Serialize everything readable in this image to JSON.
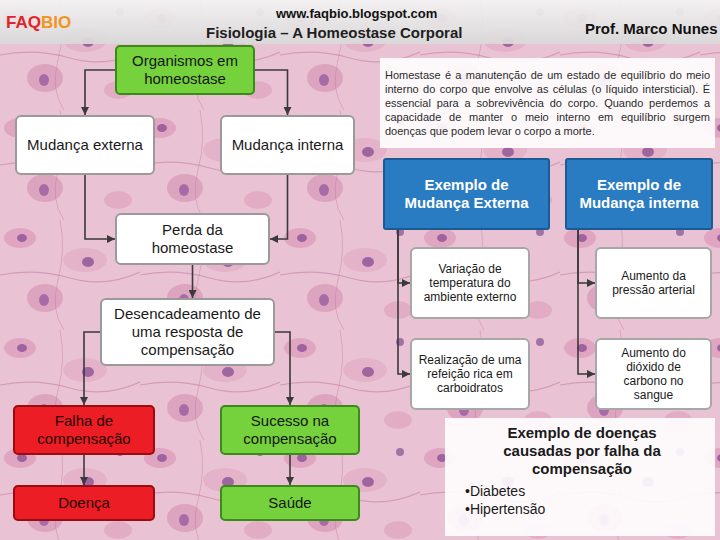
{
  "diagram": {
    "title": "Fisiologia – A Homeostase Corporal",
    "nodes": [
      {
        "text": [
          "Organismos em homeostase"
        ]
      },
      {
        "text": [
          "Mudança externa"
        ]
      },
      {
        "text": [
          "Mudança interna"
        ]
      },
      {
        "text": [
          "Perda da homeostase"
        ]
      },
      {
        "text": [
          "Desencadeamento de uma resposta de compensação"
        ]
      },
      {
        "text": [
          "Falha de compensação"
        ]
      },
      {
        "text": [
          "Sucesso na compensação"
        ]
      },
      {
        "text": [
          "Doença"
        ]
      },
      {
        "text": [
          "Saúde"
        ]
      },
      {
        "text": [
          "Homestase é a manutenção de um estado de equilíbrio do meio interno do corpo que envolve as células (o líquido intersticial). É essencial para a sobrevivência do corpo. Quando perdemos a capacidade de manter o meio interno em equilíbrio surgem doenças que podem levar o corpo a morte."
        ]
      },
      {
        "text": [
          "Exemplo de Mudança Externa"
        ]
      },
      {
        "text": [
          "Exemplo de Mudança interna"
        ]
      },
      {
        "text": [
          "Variação de temperatura do ambiente externo"
        ]
      },
      {
        "text": [
          "Aumento da pressão arterial"
        ]
      },
      {
        "text": [
          "Realização de uma refeição rica em carboidratos"
        ]
      },
      {
        "text": [
          "Aumento do dióxido de carbono no sangue"
        ]
      },
      {
        "text": [
          "Exemplo de doenças causadas por falha da compensação",
          "•Diabetes",
          "•Hipertensão"
        ]
      }
    ],
    "edges": [
      {
        "from": 0,
        "to": 1,
        "arrow": "to"
      },
      {
        "from": 0,
        "to": 2,
        "arrow": "to"
      },
      {
        "from": 1,
        "to": 3,
        "arrow": "to"
      },
      {
        "from": 2,
        "to": 3,
        "arrow": "to"
      },
      {
        "from": 3,
        "to": 4,
        "arrow": "to"
      },
      {
        "from": 4,
        "to": 5,
        "arrow": "to"
      },
      {
        "from": 4,
        "to": 6,
        "arrow": "to"
      },
      {
        "from": 5,
        "to": 7,
        "arrow": "to"
      },
      {
        "from": 6,
        "to": 8,
        "arrow": "to"
      },
      {
        "from": 10,
        "to": 12,
        "arrow": "to"
      },
      {
        "from": 10,
        "to": 14,
        "arrow": "to"
      },
      {
        "from": 11,
        "to": 13,
        "arrow": "to"
      },
      {
        "from": 11,
        "to": 15,
        "arrow": "to"
      }
    ],
    "labels": [
      "FAQ",
      "BIO",
      "www.faqbio.blogspot.com",
      "Prof. Marco Nunes"
    ]
  }
}
